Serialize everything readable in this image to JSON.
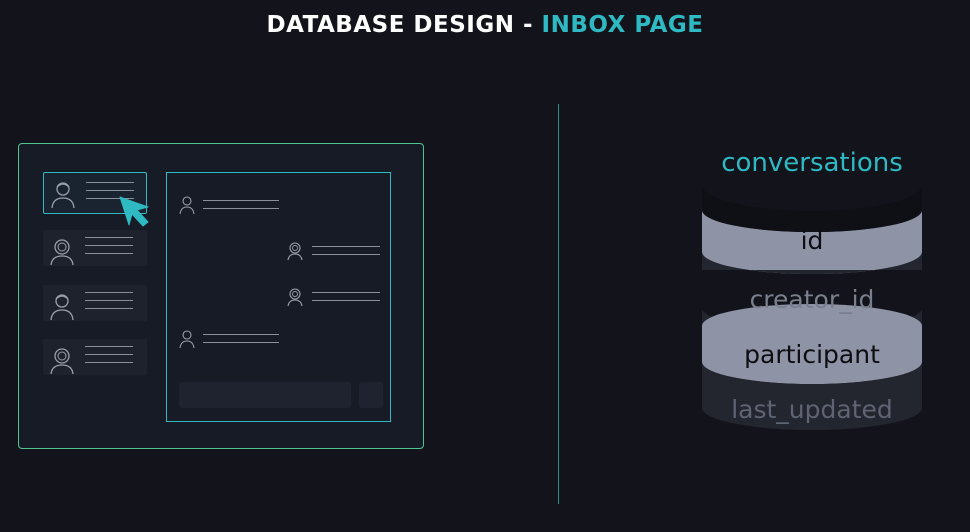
{
  "header": {
    "title_main": "DATABASE DESIGN - ",
    "title_accent": "INBOX PAGE"
  },
  "database": {
    "table_name": "conversations",
    "fields": [
      "id",
      "creator_id",
      "participant",
      "last_updated"
    ]
  },
  "colors": {
    "background": "#13131c",
    "accent_teal": "#2fb9c2",
    "frame_green": "#4ec48e",
    "band_light": "#8e94a6",
    "band_dark": "#23262f"
  },
  "icons": {
    "avatar": "user-avatar-icon",
    "cursor": "mouse-pointer-icon"
  }
}
